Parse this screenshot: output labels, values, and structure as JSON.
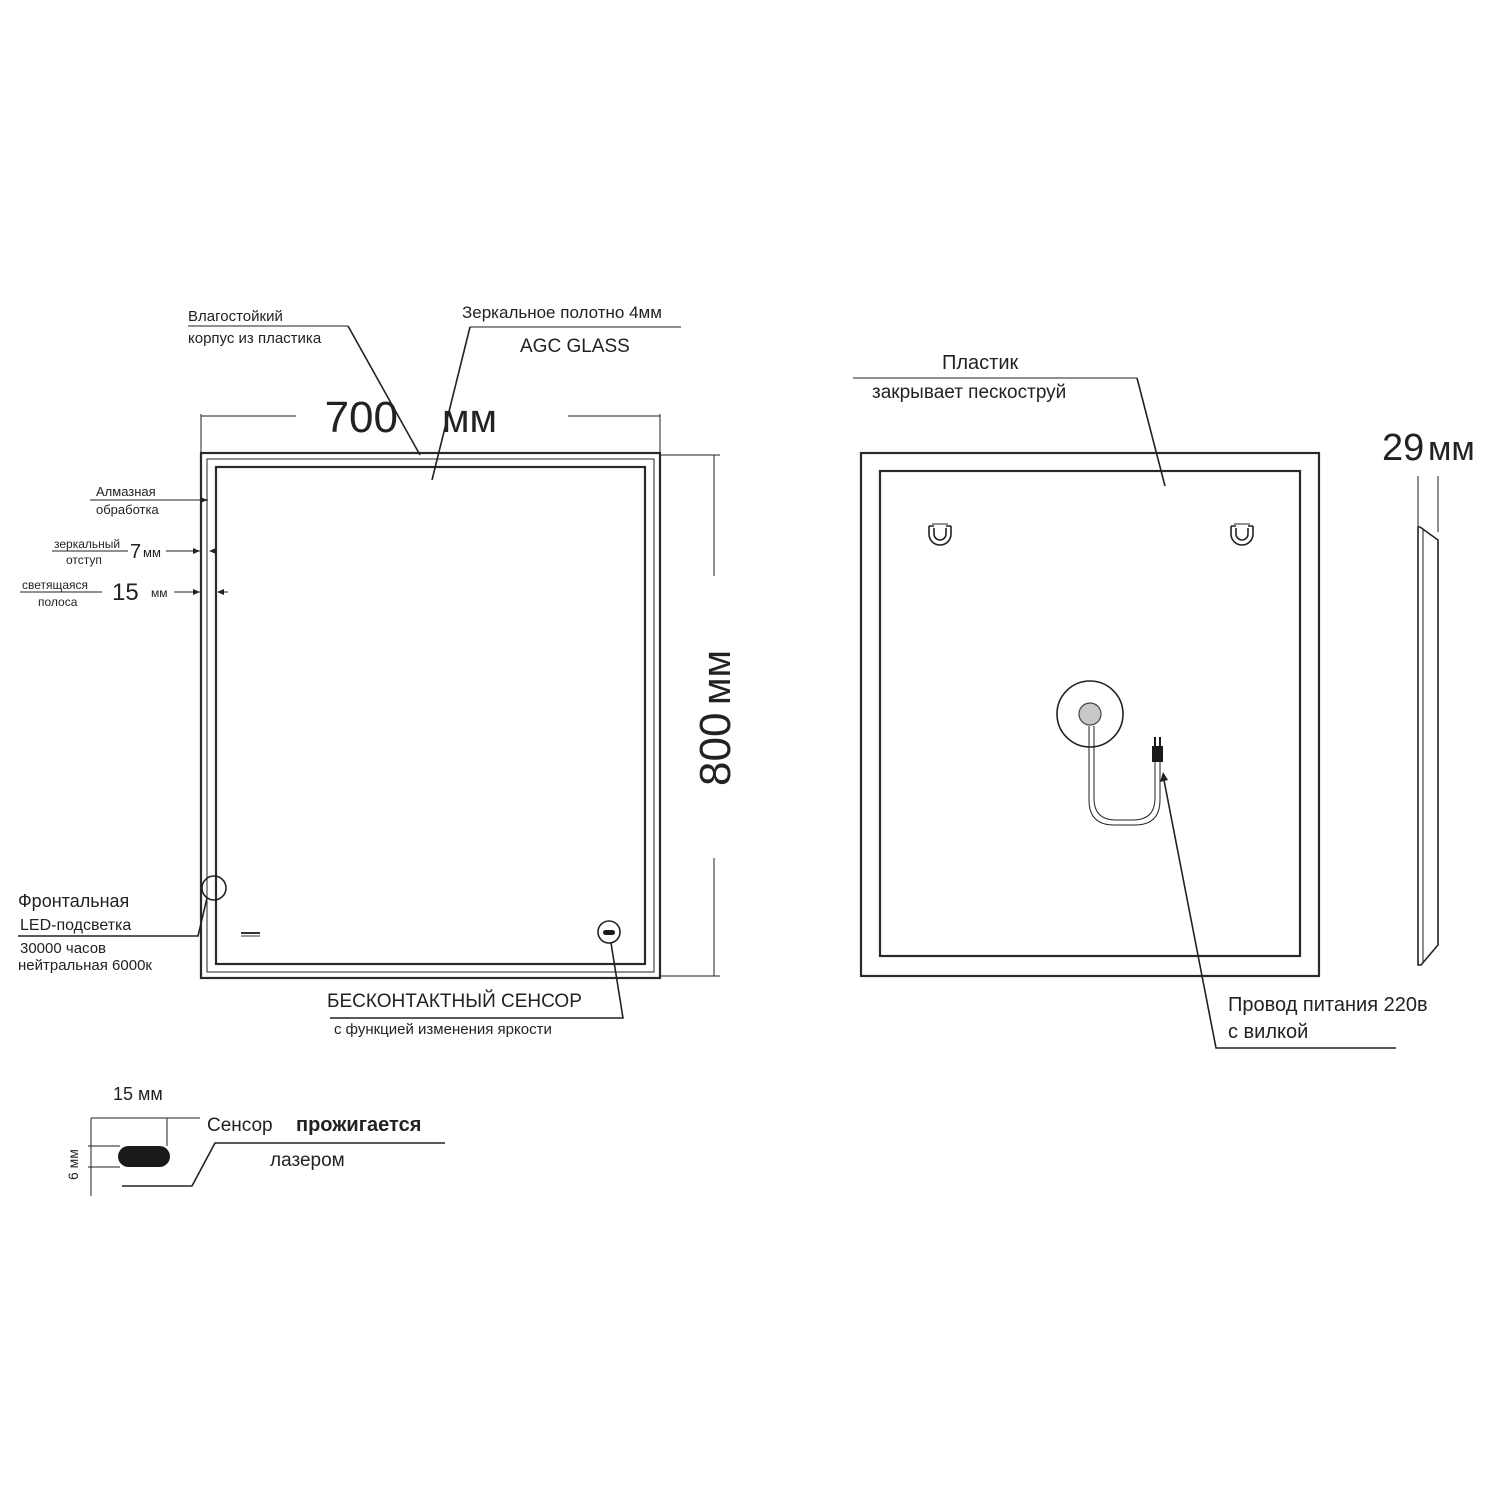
{
  "front": {
    "width_value": "700",
    "width_unit": "мм",
    "height_value": "800",
    "height_unit": "мм",
    "housing_line1": "Влагостойкий",
    "housing_line2": "корпус из пластика",
    "glass_line1": "Зеркальное  полотно 4мм",
    "glass_line2": "AGC GLASS",
    "diamond_line1": "Алмазная",
    "diamond_line2": "обработка",
    "offset_line1": "зеркальный",
    "offset_line2": "отступ",
    "offset_value": "7",
    "offset_unit": "мм",
    "strip_line1": "светящаяся",
    "strip_line2": "полоса",
    "strip_value": "15",
    "strip_unit": "мм",
    "led_line1": "Фронтальная",
    "led_line2": "LED-подсветка",
    "led_line3": "30000 часов",
    "led_line4": "нейтральная 6000к",
    "sensor_line1": "БЕСКОНТАКТНЫЙ СЕНСОР",
    "sensor_line2": "с функцией изменения яркости"
  },
  "back": {
    "plastic_line1": "Пластик",
    "plastic_line2": "закрывает пескоструй",
    "cable_line1": "Провод питания 220в",
    "cable_line2": "с вилкой"
  },
  "side": {
    "depth_value": "29",
    "depth_unit": "мм"
  },
  "sensor_detail": {
    "width_label": "15 мм",
    "height_label": "6 мм",
    "note_word1": "Сенсор",
    "note_word2": "прожигается",
    "note_line2": "лазером"
  },
  "colors": {
    "ink": "#222222",
    "sensor_fill": "#1a1a1a",
    "socket_fill": "#c8c8c8"
  },
  "icons": [
    "hanger-hook-icon",
    "power-plug-icon",
    "touch-sensor-icon"
  ]
}
